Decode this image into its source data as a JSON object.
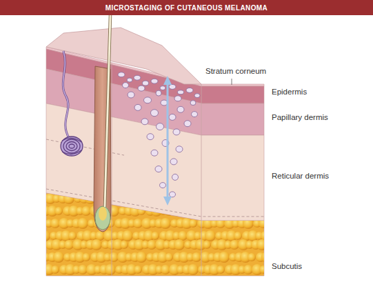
{
  "diagram": {
    "title": "MICROSTAGING OF CUTANEOUS MELANOMA",
    "labels": [
      "Stratum corneum",
      "Epidermis",
      "Papillary dermis",
      "Reticular dermis",
      "Subcutis"
    ]
  }
}
